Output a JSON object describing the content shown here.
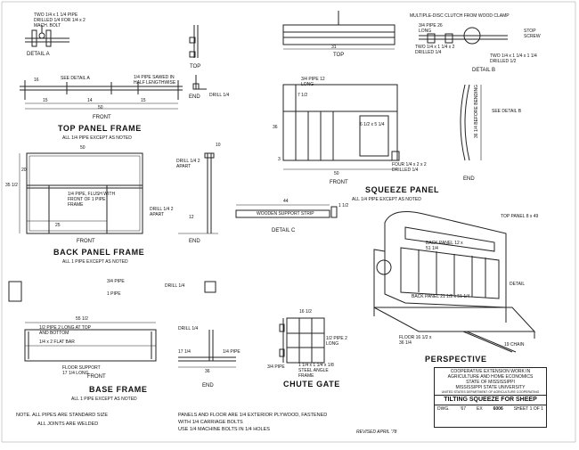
{
  "detail_a": {
    "callout": "TWO 1/4 x 1 1/4 PIPE DRILLED 1/4 FOR 1/4 x 2 MACH. BOLT",
    "label": "DETAIL A"
  },
  "top_panel_frame": {
    "view_top": "TOP",
    "view_end": "END",
    "view_front": "FRONT",
    "drill": "DRILL 1/4",
    "see_detail": "SEE DETAIL A",
    "pipe_note": "1/4 PIPE SAWED IN HALF LENGTHWISE",
    "dim_16": "16",
    "dim_15a": "15",
    "dim_14": "14",
    "dim_15b": "15",
    "dim_50": "50",
    "title": "TOP PANEL FRAME",
    "subtitle": "ALL 1/4 PIPE EXCEPT AS NOTED"
  },
  "back_panel_frame": {
    "dim_50": "50",
    "dim_35": "35 1/2",
    "dim_20": "20",
    "dim_25": "25",
    "dim_10": "10",
    "dim_12": "12",
    "pipe_note": "1/4 PIPE, FLUSH WITH FRONT OF 1 PIPE FRAME",
    "drill_top": "DRILL 1/4 2 APART",
    "drill_bottom": "DRILL 1/4 2 APART",
    "view_front": "FRONT",
    "view_end": "END",
    "title": "BACK PANEL FRAME",
    "subtitle": "ALL 1 PIPE EXCEPT AS NOTED"
  },
  "base_frame": {
    "pipe_34": "3/4 PIPE",
    "pipe_1": "1 PIPE",
    "drill_a": "DRILL 1/4",
    "drill_b": "DRILL 1/4",
    "dim_55": "55 1/2",
    "pipe_long": "1/2 PIPE 2 LONG AT TOP AND BOTTOM",
    "flat_bar": "1/4 x 2 FLAT BAR",
    "floor_support": "FLOOR SUPPORT 17 1/4 LONG",
    "dim_17": "17 1/4",
    "dim_36": "36",
    "pipe_end": "1/4 PIPE",
    "view_front": "FRONT",
    "view_end": "END",
    "title": "BASE FRAME",
    "subtitle": "ALL 1 PIPE EXCEPT AS NOTED"
  },
  "squeeze_panel": {
    "view_top": "TOP",
    "dim_31": "31",
    "clutch": "MULTIPLE-DISC CLUTCH FROM WOOD CLAMP",
    "pipe_26": "3/4 PIPE 26 LONG",
    "stop_screw": "STOP SCREW",
    "two_pipe": "TWO 1/4 x 1 1/4 x 2 DRILLED 1/4",
    "two_pipe_b": "TWO 1/4 x 1 1/4 x 1 1/4 DRILLED 1/2",
    "detail_b": "DETAIL B",
    "pipe_12": "3/4 PIPE 12 LONG",
    "dim_7": "7 1/2",
    "dim_36": "36",
    "dim_6": "6 1/2 x 5 1/4",
    "dim_50": "50",
    "dim_3": "3",
    "four_pipe": "FOUR 1/4 x 2 x 2 DRILLED 1/4",
    "see_detail_b": "SEE DETAIL B",
    "bend": "36 1/4 BEFORE BENDING",
    "view_front": "FRONT",
    "view_end": "END",
    "title": "SQUEEZE PANEL",
    "subtitle": "ALL 1/4 PIPE EXCEPT AS NOTED"
  },
  "detail_c": {
    "dim_44": "44",
    "strip": "WOODEN SUPPORT STRIP",
    "dim_1": "1 1/2",
    "label": "DETAIL C"
  },
  "chute_gate": {
    "dim_16": "16 1/2",
    "pipe_2": "1/2 PIPE 2 LONG",
    "pipe_34": "3/4 PIPE",
    "angle": "1 1/4 x 1 1/4 x 1/8 STEEL ANGLE FRAME",
    "title": "CHUTE GATE"
  },
  "perspective": {
    "top_panel": "TOP PANEL 8 x 49",
    "back_panel": "BACK PANEL 12 x 51 1/4",
    "back_panel_2": "BACK PANEL 21 1/2 x 51 1/4",
    "detail": "DETAIL",
    "floor": "FLOOR 16 1/2 x 36 1/4",
    "chain": "19 CHAIN",
    "title": "PERSPECTIVE"
  },
  "notes": {
    "n1": "NOTE.   ALL PIPES ARE STANDARD SIZE",
    "n2": "ALL JOINTS ARE WELDED",
    "n3": "PANELS AND FLOOR ARE 1/4 EXTERIOR PLYWOOD, FASTENED WITH 1/4 CARRIAGE BOLTS",
    "n4": "USE 1/4 MACHINE BOLTS IN 1/4 HOLES"
  },
  "revised": "REVISED APRIL '78",
  "title_block": {
    "line1": "COOPERATIVE EXTENSION WORK IN",
    "line2": "AGRICULTURE AND HOME ECONOMICS",
    "line3": "STATE OF MISSISSIPPI",
    "line4": "MISSISSIPPI STATE UNIVERSITY",
    "line5": "UNITED STATES DEPARTMENT OF AGRICULTURE COOPERATING",
    "drawing_title": "TILTING SQUEEZE FOR SHEEP",
    "dwg_label": "DWG.",
    "year": "'67",
    "ex_label": "EX",
    "number": "6006",
    "sheet": "SHEET 1 OF 1"
  }
}
